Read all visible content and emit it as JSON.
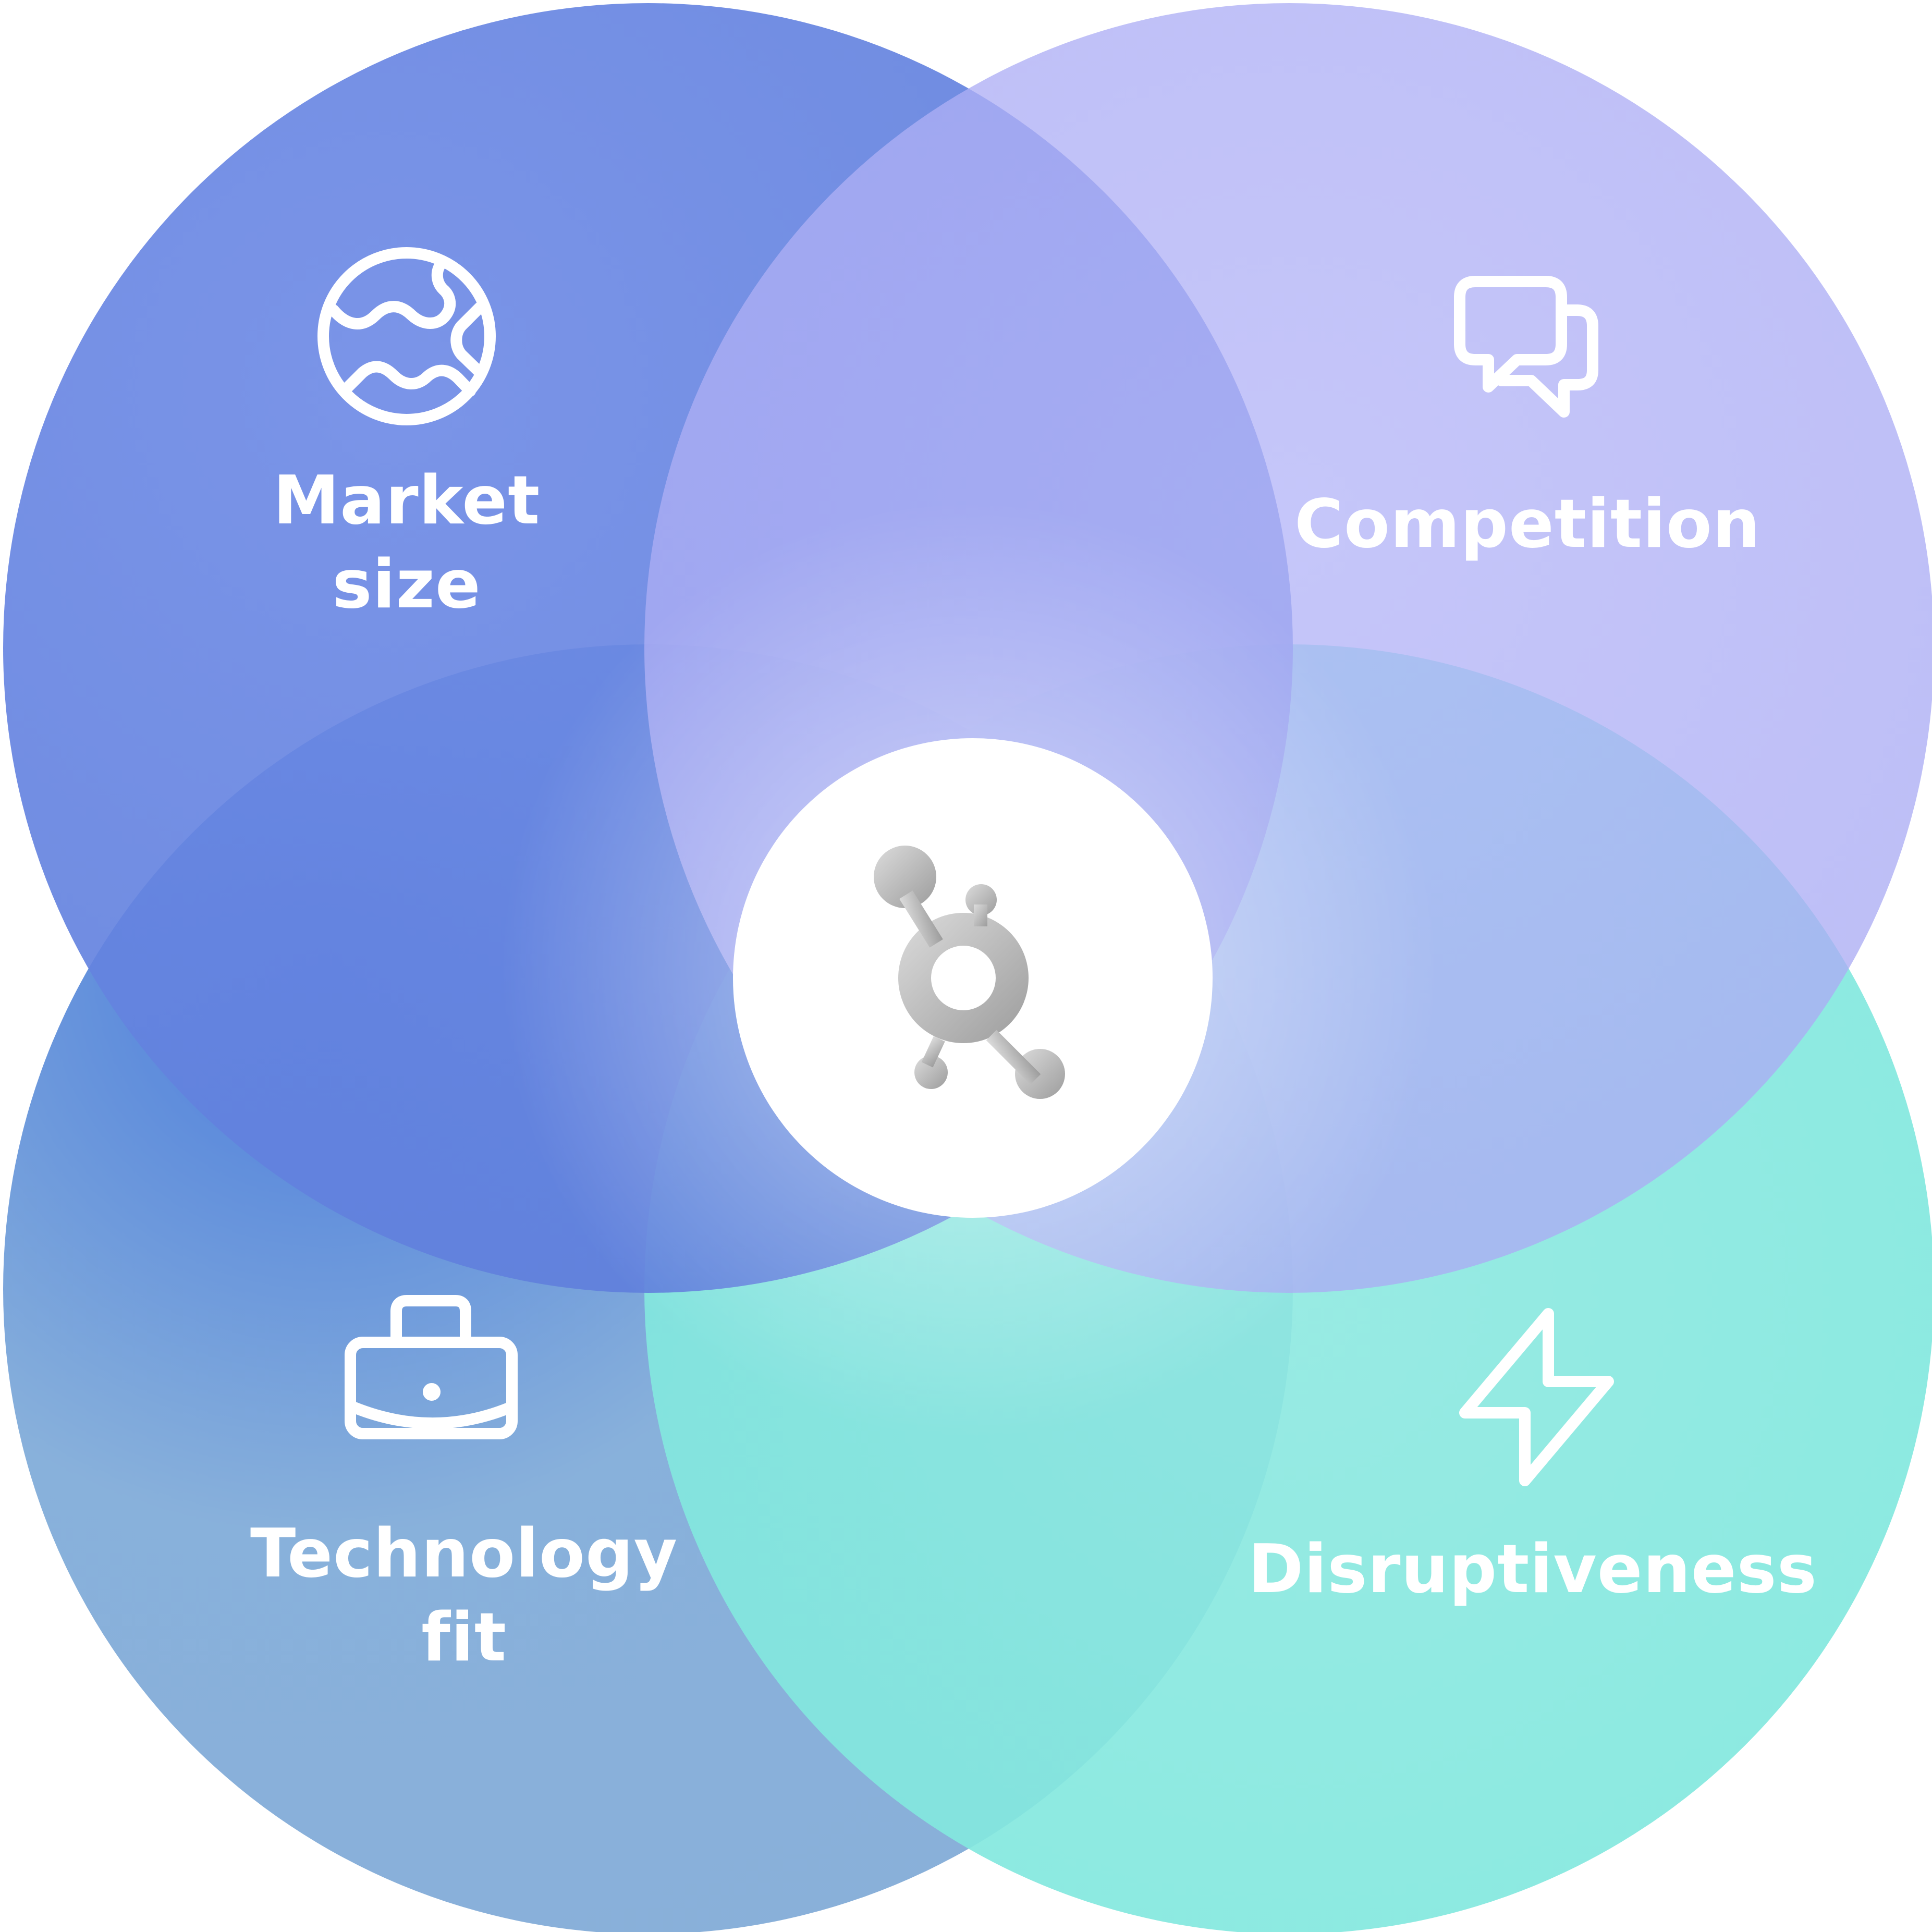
{
  "diagram": {
    "circles": [
      {
        "id": "market-size",
        "label_lines": [
          "Market",
          "size"
        ],
        "icon": "globe-icon",
        "color_from": "#4a74dd",
        "color_to": "#a8b6f2",
        "opacity": 0.82
      },
      {
        "id": "competition",
        "label_lines": [
          "Competition"
        ],
        "icon": "chat-bubbles-icon",
        "color_from": "#a3a3f5",
        "color_to": "#8aa0f4",
        "opacity": 0.85
      },
      {
        "id": "technology-fit",
        "label_lines": [
          "Technology",
          "fit"
        ],
        "icon": "briefcase-icon",
        "color_from": "#2f6fd8",
        "color_to": "#9fb6ea",
        "opacity": 0.62
      },
      {
        "id": "disruptiveness",
        "label_lines": [
          "Disruptiveness"
        ],
        "icon": "lightning-icon",
        "color_from": "#7fe6dc",
        "color_to": "#98e9e2",
        "opacity": 0.9
      }
    ],
    "center_logo": "hubspot-logo-icon",
    "colors": {
      "top_left": "#6a88e4",
      "top_right": "#b0b1f6",
      "bottom_left": "#80aad6",
      "bottom_right": "#80e8df",
      "center": "#ffffff",
      "logo_gray": "#a9a9a9"
    }
  }
}
